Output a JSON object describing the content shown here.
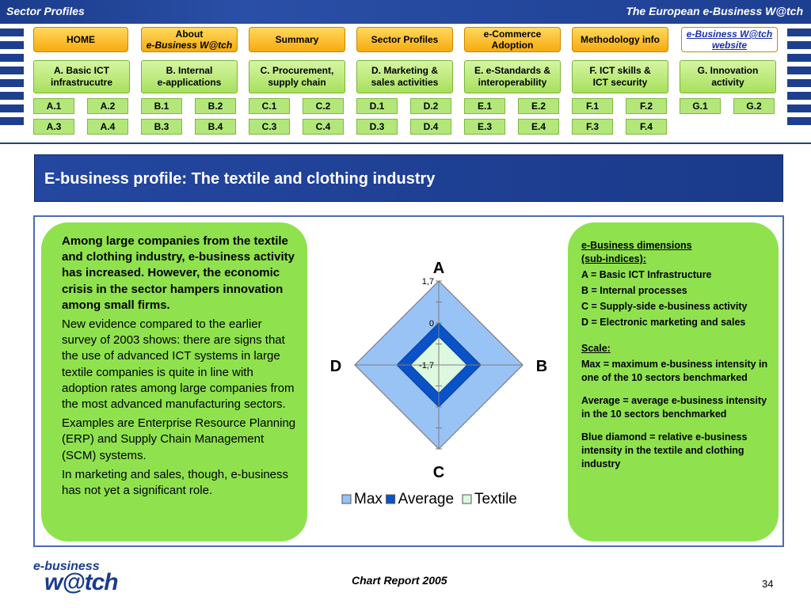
{
  "header": {
    "left_title": "Sector Profiles",
    "right_title": "The European e-Business W@tch"
  },
  "nav": {
    "home": "HOME",
    "about_line1": "About",
    "about_line2": "e-Business W@tch",
    "summary": "Summary",
    "sector_profiles": "Sector Profiles",
    "ecommerce_line1": "e-Commerce",
    "ecommerce_line2": "Adoption",
    "methodology": "Methodology info",
    "website_line1": "e-Business W@tch",
    "website_line2": "website"
  },
  "sections": [
    {
      "line1": "A. Basic ICT",
      "line2": "infrastrucutre",
      "subs": [
        "A.1",
        "A.2",
        "A.3",
        "A.4"
      ]
    },
    {
      "line1": "B. Internal",
      "line2": "e-applications",
      "subs": [
        "B.1",
        "B.2",
        "B.3",
        "B.4"
      ]
    },
    {
      "line1": "C. Procurement,",
      "line2": "supply chain",
      "subs": [
        "C.1",
        "C.2",
        "C.3",
        "C.4"
      ]
    },
    {
      "line1": "D. Marketing &",
      "line2": "sales activities",
      "subs": [
        "D.1",
        "D.2",
        "D.3",
        "D.4"
      ]
    },
    {
      "line1": "E. e-Standards &",
      "line2": "interoperability",
      "subs": [
        "E.1",
        "E.2",
        "E.3",
        "E.4"
      ]
    },
    {
      "line1": "F. ICT skills &",
      "line2": "ICT security",
      "subs": [
        "F.1",
        "F.2",
        "F.3",
        "F.4"
      ]
    },
    {
      "line1": "G. Innovation",
      "line2": "activity",
      "subs": [
        "G.1",
        "G.2"
      ]
    }
  ],
  "page_title": "E-business profile: The textile and clothing industry",
  "left_panel": {
    "bold_para": "Among large companies from the textile and clothing industry, e-business activity has increased. However, the economic crisis in the sector hampers innovation among small firms.",
    "para1": "New evidence compared to the earlier survey of 2003 shows: there are signs that the use of advanced ICT systems in large textile companies is quite in line with adoption rates among large companies from the most advanced manufacturing sectors.",
    "para2": "Examples are Enterprise Resource Planning (ERP) and Supply Chain Management (SCM) systems.",
    "para3": "In marketing and sales, though, e-business has not yet a significant role."
  },
  "right_panel": {
    "dims_title_line1": "e-Business dimensions",
    "dims_title_line2": "(sub-indices):",
    "dim_a": "A = Basic ICT Infrastructure",
    "dim_b": "B = Internal processes",
    "dim_c": "C = Supply-side e-business activity",
    "dim_d": "D = Electronic marketing and sales",
    "scale_title": "Scale:",
    "scale_max": "Max = maximum e-business intensity in one of the 10 sectors benchmarked",
    "scale_avg": "Average = average e-business intensity in the 10 sectors benchmarked",
    "scale_blue": "Blue diamond = relative e-business intensity in the textile and clothing industry"
  },
  "chart_data": {
    "type": "radar",
    "axes": [
      "A",
      "B",
      "C",
      "D"
    ],
    "tick_labels": [
      "1,7",
      "0",
      "-1,7"
    ],
    "series": [
      {
        "name": "Max",
        "values": [
          1.7,
          1.7,
          1.7,
          1.7
        ],
        "color": "#99c2f5"
      },
      {
        "name": "Average",
        "values": [
          0,
          0,
          0,
          0
        ],
        "color": "#0a52c8"
      },
      {
        "name": "Textile",
        "values": [
          -0.55,
          -0.55,
          -0.55,
          -0.55
        ],
        "color": "#dcf8df"
      }
    ],
    "range": [
      -1.7,
      1.7
    ],
    "legend_position": "bottom"
  },
  "colors": {
    "header_blue": "#1b3c8c",
    "nav_orange": "#f6ab10",
    "section_green": "#a7e05c",
    "panel_green": "#8fe24e"
  },
  "footer": {
    "logo_top": "e-business",
    "logo_bottom": "w@tch",
    "center": "Chart Report 2005",
    "page": "34"
  }
}
